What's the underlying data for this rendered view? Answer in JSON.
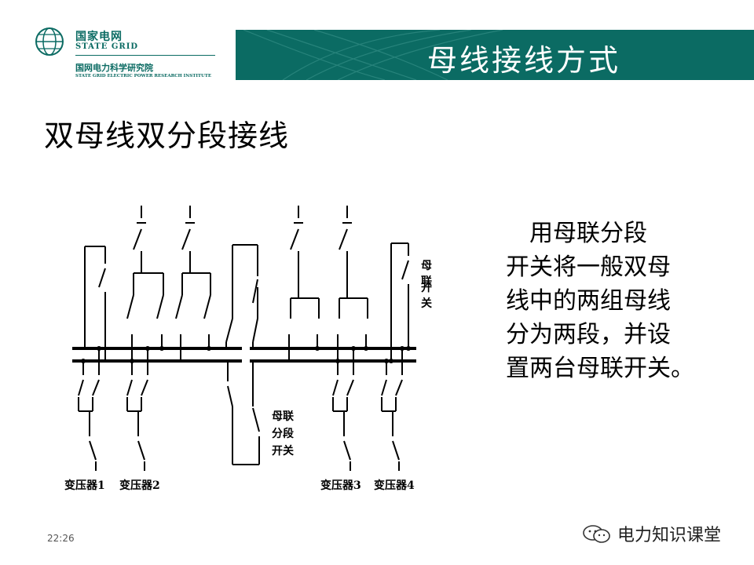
{
  "logo": {
    "org_cn": "国家电网",
    "org_en": "STATE GRID",
    "institute_cn": "国网电力科学研究院",
    "institute_en": "STATE GRID ELECTRIC POWER RESEARCH INSTITUTE"
  },
  "banner": {
    "title": "母线接线方式"
  },
  "heading": "双母线双分段接线",
  "description": [
    "　用母联分段",
    "开关将一般双母",
    "线中的两组母线",
    "分为两段，并设",
    "置两台母联开关。"
  ],
  "diagram": {
    "labels": {
      "bus_coupler": [
        "母联",
        "开关"
      ],
      "bus_section": [
        "母联",
        "分段",
        "开关"
      ],
      "transformers": [
        "变压器1",
        "变压器2",
        "变压器3",
        "变压器4"
      ]
    }
  },
  "footer": {
    "time": "22:26",
    "watermark": "电力知识课堂"
  },
  "colors": {
    "brand": "#0b6b63"
  }
}
